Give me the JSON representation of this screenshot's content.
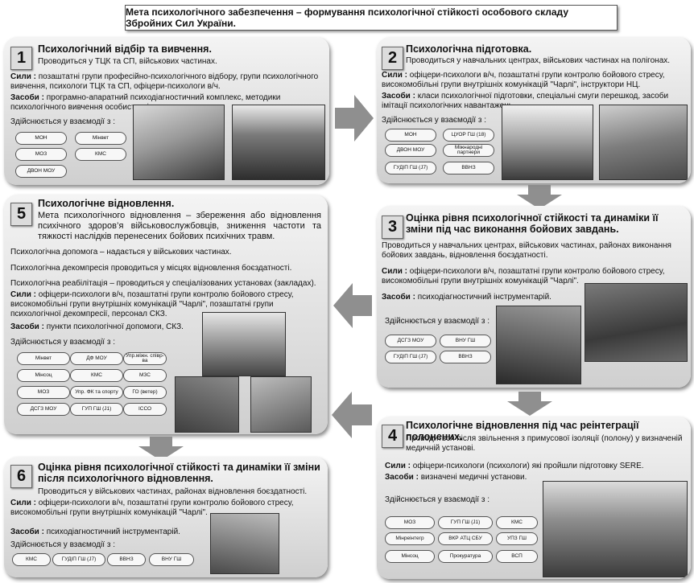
{
  "title": "Мета психологічного забезпечення – формування психологічної стійкості особового складу Збройних Сил України.",
  "panels": {
    "p1": {
      "num": "1",
      "heading": "Психологічний відбір та вивчення.",
      "where": "Проводиться у ТЦК та СП, військових частинах.",
      "forces_label": "Сили :",
      "forces": "позаштатні групи професійно-психологічного відбору, групи психологічного вивчення, психологи ТЦК та СП, офіцери-психологи в/ч.",
      "means_label": "Засоби :",
      "means": "програмно-апаратний психодіагностичний комплекс, методики психологічного вивчення особистості.",
      "interact": "Здійснюється у взаємодії з :",
      "pills": [
        "МОН",
        "Мінвет",
        "МОЗ",
        "КМС",
        "ДВОН МОУ"
      ]
    },
    "p2": {
      "num": "2",
      "heading": "Психологічна підготовка.",
      "where": "Проводиться у навчальних центрах, військових частинах на полігонах.",
      "forces_label": "Сили :",
      "forces": "офіцери-психологи в/ч, позаштатні групи контролю бойового стресу, високомобільні групи внутрішніх комунікацій \"Чарлі\", інструктори НЦ.",
      "means_label": "Засоби :",
      "means": "класи психологічної підготовки, спеціальні смуги перешкод, засоби імітації психологічних навантажень.",
      "interact": "Здійснюється у взаємодії з :",
      "pills": [
        "МОН",
        "ЦУОР ГШ (18)",
        "ДВОН МОУ",
        "Міжнародні партнери",
        "ГУДІП ГШ (J7)",
        "ВВНЗ"
      ]
    },
    "p3": {
      "num": "3",
      "heading": "Оцінка рівня психологічної стійкості та динаміки її зміни під час виконання бойових завдань.",
      "where": "Проводиться у навчальних центрах, військових частинах, районах виконання бойових завдань, відновлення боєздатності.",
      "forces_label": "Сили :",
      "forces": "офіцери-психологи в/ч, позаштатні групи контролю бойового стресу, високомобільні групи внутрішніх комунікацій \"Чарлі\".",
      "means_label": "Засоби :",
      "means": "психодіагностичний інструментарій.",
      "interact": "Здійснюється у взаємодії з :",
      "pills": [
        "ДСГЗ МОУ",
        "ВНУ ГШ",
        "ГУДІП ГШ (J7)",
        "ВВНЗ"
      ]
    },
    "p4": {
      "num": "4",
      "heading": "Психологічне відновлення під час реінтеграції полонених.",
      "where": "Проводиться після звільнення з примусової ізоляції (полону) у визначеній медичній установі.",
      "forces_label": "Сили :",
      "forces": "офіцери-психологи (психологи) які пройшли підготовку SERE.",
      "means_label": "Засоби :",
      "means": "визначені медичні установи.",
      "interact": "Здійснюється у взаємодії з :",
      "pills": [
        "МОЗ",
        "ГУП ГШ (J1)",
        "КМС",
        "Мінреінтегр",
        "ВКР АТЦ СБУ",
        "УПЗ ГШ",
        "Мінсоц",
        "Прокуратура",
        "ВСП"
      ]
    },
    "p5": {
      "num": "5",
      "heading": "Психологічне відновлення.",
      "goal": "Мета психологічного відновлення – збереження або відновлення психічного здоров’я військовослужбовців, зниження частоти та тяжкості наслідків перенесених бойових психічних травм.",
      "l1": "Психологічна допомога – надається у військових частинах.",
      "l2": "Психологічна декомпресія проводиться у місцях відновлення боєздатності.",
      "l3": "Психологічна реабілітація – проводиться у спеціалізованих установах (закладах).",
      "forces_label": "Сили :",
      "forces": "офіцери-психологи в/ч, позаштатні групи контролю бойового стресу, високомобільні групи внутрішніх комунікацій \"Чарлі\", позаштатні групи психологічної декомпресії, персонал СКЗ.",
      "means_label": "Засоби :",
      "means": "пункти психологічної допомоги, СКЗ.",
      "interact": "Здійснюється у взаємодії з :",
      "pills": [
        "Мінвет",
        "ДФ МОУ",
        "Упр.міжн. співр-ва",
        "Мінсоц",
        "КМС",
        "МЗС",
        "МОЗ",
        "Упр. ФК та спорту",
        "ГО (ветер)",
        "ДСГЗ МОУ",
        "ГУП ГШ (J1)",
        "ІССО"
      ]
    },
    "p6": {
      "num": "6",
      "heading": "Оцінка рівня психологічної стійкості та динаміки її зміни після психологічного відновлення.",
      "where": "Проводиться у військових частинах, районах відновлення боєздатності.",
      "forces_label": "Сили :",
      "forces": "офіцери-психологи в/ч, позаштатні групи контролю бойового стресу, високомобільні групи внутрішніх комунікацій \"Чарлі\".",
      "means_label": "Засоби :",
      "means": "психодіагностичний інструментарій.",
      "interact": "Здійснюється у взаємодії з :",
      "pills": [
        "КМС",
        "ГУДІП ГШ (J7)",
        "ВВНЗ",
        "ВНУ ГШ"
      ]
    }
  }
}
